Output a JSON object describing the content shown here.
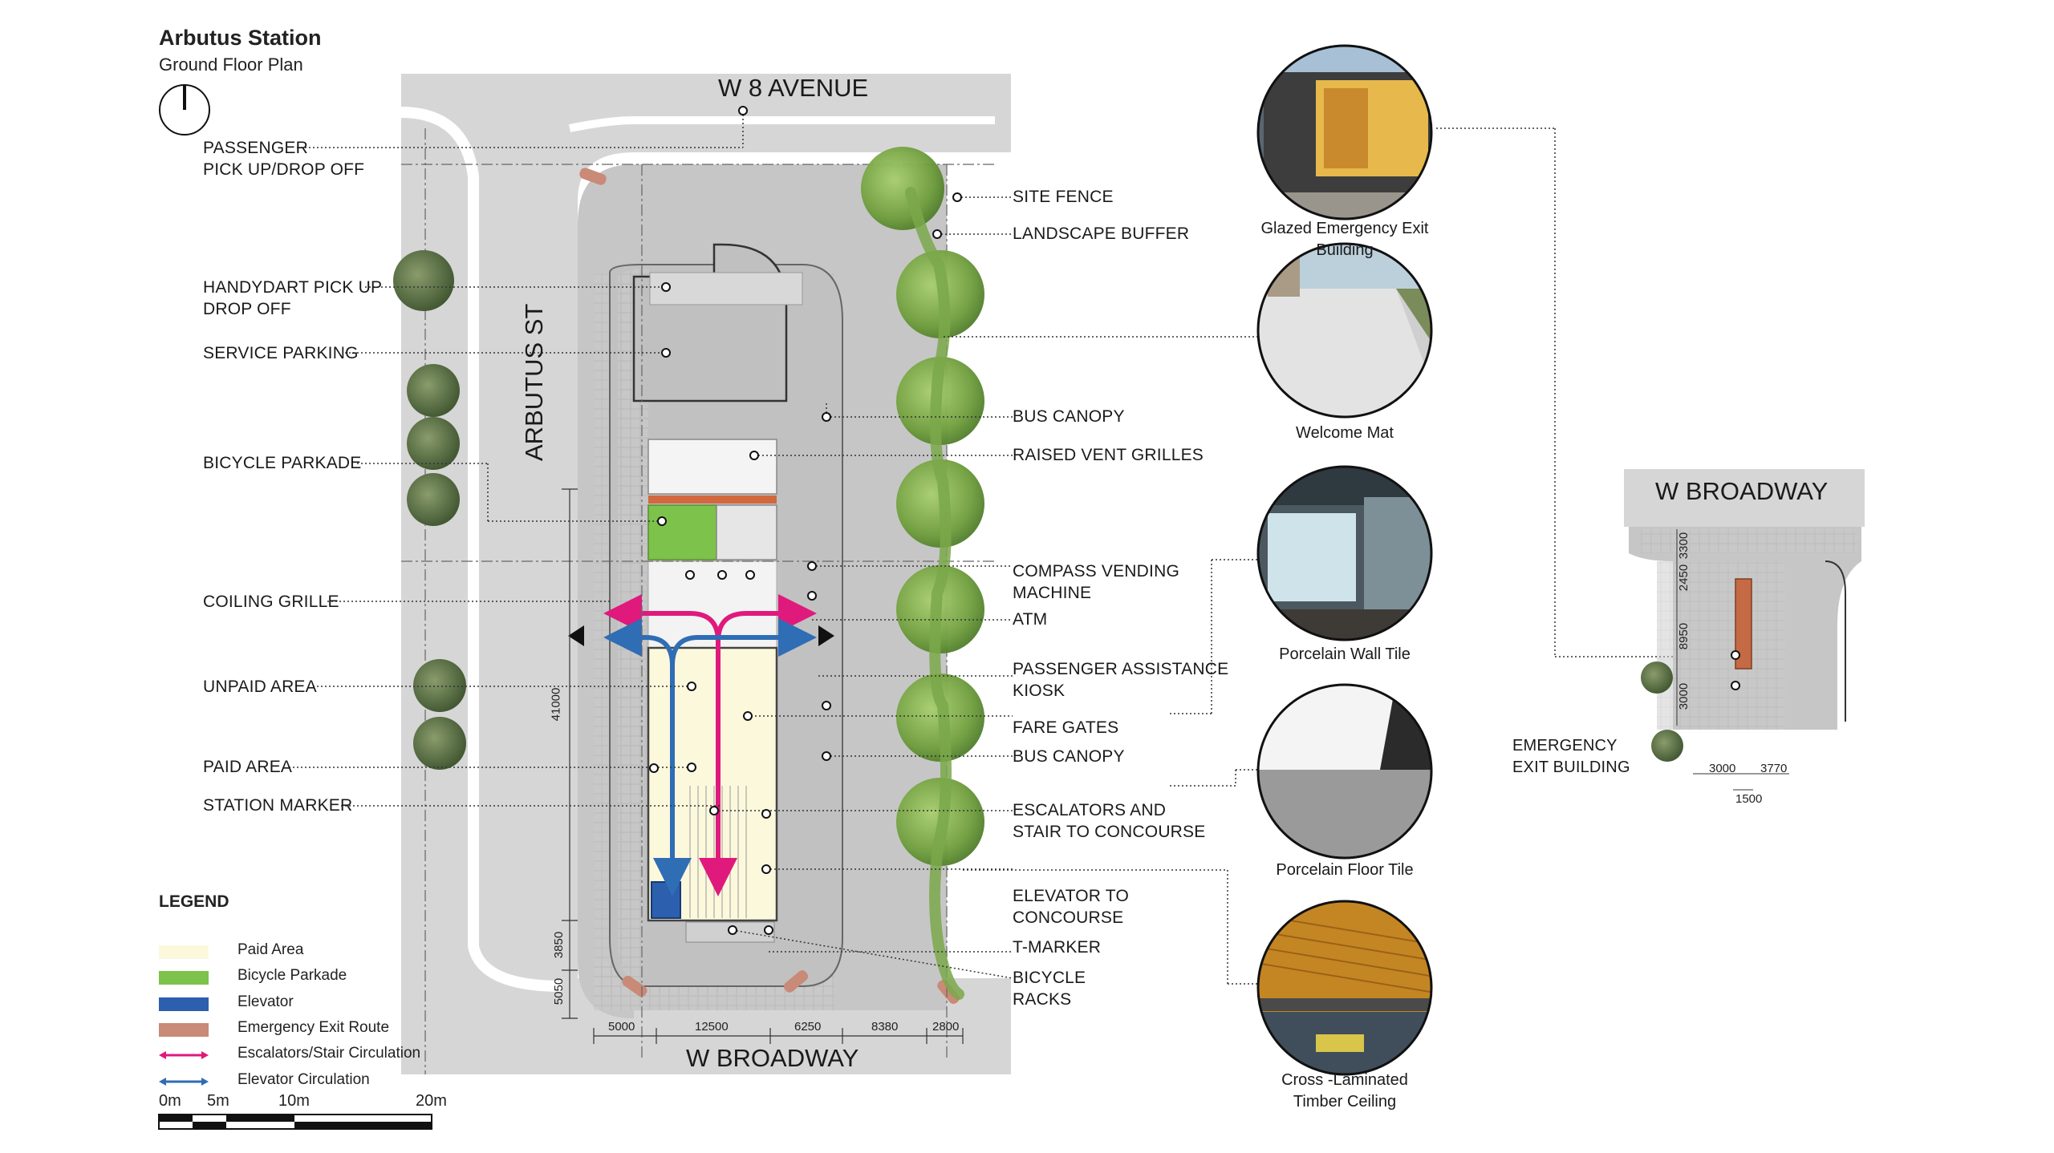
{
  "header": {
    "title": "Arbutus Station",
    "subtitle": "Ground Floor Plan"
  },
  "streets": {
    "north": "W 8 AVENUE",
    "west": "ARBUTUS ST",
    "south": "W BROADWAY",
    "inset": "W BROADWAY"
  },
  "left_labels": [
    "PASSENGER\nPICK UP/DROP OFF",
    "HANDYDART PICK UP\nDROP OFF",
    "SERVICE PARKING",
    "BICYCLE PARKADE",
    "COILING GRILLE",
    "UNPAID AREA",
    "PAID AREA",
    "STATION MARKER"
  ],
  "right_labels": [
    "SITE FENCE",
    "LANDSCAPE BUFFER",
    "BUS CANOPY",
    "RAISED VENT GRILLES",
    "COMPASS VENDING\nMACHINE",
    "ATM",
    "PASSENGER ASSISTANCE\nKIOSK",
    "FARE GATES",
    "BUS CANOPY",
    "ESCALATORS AND\nSTAIR TO CONCOURSE",
    "ELEVATOR TO\nCONCOURSE",
    "T-MARKER",
    "BICYCLE\nRACKS"
  ],
  "photos": [
    {
      "caption": "Glazed Emergency Exit Building",
      "icon": "glazed-exit-building-photo"
    },
    {
      "caption": "Welcome Mat",
      "icon": "welcome-mat-photo"
    },
    {
      "caption": "Porcelain Wall Tile",
      "icon": "porcelain-wall-tile-photo"
    },
    {
      "caption": "Porcelain Floor Tile",
      "icon": "porcelain-floor-tile-photo"
    },
    {
      "caption": "Cross -Laminated\nTimber Ceiling",
      "icon": "timber-ceiling-photo"
    }
  ],
  "inset": {
    "label": "EMERGENCY\nEXIT BUILDING",
    "dims_vertical": [
      "3300",
      "2450",
      "8950",
      "3000"
    ],
    "dims_horizontal": [
      "3000",
      "3770",
      "1500"
    ]
  },
  "dimensions": {
    "vertical": [
      "41000",
      "3850",
      "5050"
    ],
    "horizontal": [
      "5000",
      "12500",
      "6250",
      "8380",
      "2800"
    ]
  },
  "legend": {
    "title": "LEGEND",
    "items": [
      {
        "label": "Paid Area",
        "color": "#fbf8dc",
        "kind": "fill"
      },
      {
        "label": "Bicycle Parkade",
        "color": "#7dc24a",
        "kind": "fill"
      },
      {
        "label": "Elevator",
        "color": "#2c5fae",
        "kind": "fill"
      },
      {
        "label": "Emergency Exit Route",
        "color": "#c98a78",
        "kind": "fill"
      },
      {
        "label": "Escalators/Stair Circulation",
        "color": "#e0197d",
        "kind": "arrow"
      },
      {
        "label": "Elevator Circulation",
        "color": "#2f6db5",
        "kind": "arrow"
      }
    ]
  },
  "scale_bar": {
    "labels": [
      "0m",
      "5m",
      "10m",
      "20m"
    ]
  },
  "colors": {
    "road": "#d5d5d5",
    "plaza": "#c4c4c4",
    "paid": "#fbf8dc",
    "parkade": "#7dc24a",
    "elevator": "#2c5fae",
    "escalator_arrow": "#e0197d",
    "elevator_arrow": "#2f6db5",
    "tree": "#7aa84a"
  }
}
